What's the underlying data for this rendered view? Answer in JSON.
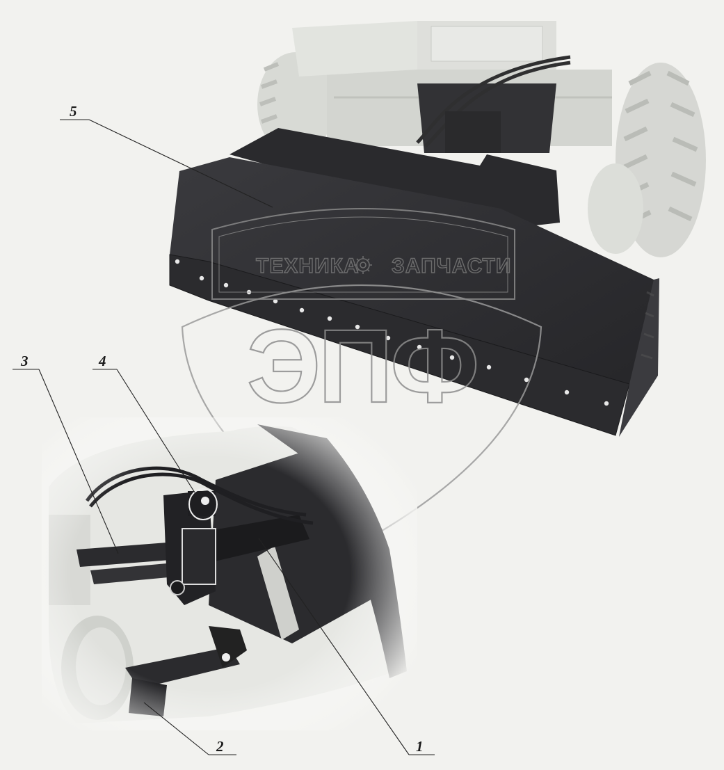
{
  "watermark": {
    "brand_left": "ТЕХНИКА",
    "brand_right": "ЗАПЧАСТИ",
    "monogram": "ЭПФ"
  },
  "callouts": [
    {
      "id": "1",
      "label": "1"
    },
    {
      "id": "2",
      "label": "2"
    },
    {
      "id": "3",
      "label": "3"
    },
    {
      "id": "4",
      "label": "4"
    },
    {
      "id": "5",
      "label": "5"
    }
  ],
  "colors": {
    "blade": "#2f2f33",
    "blade_dark": "#1d1d20",
    "tractor_ghost": "#d9dbd6",
    "background": "#f2f2ef",
    "watermark": "#8a8a8a"
  }
}
